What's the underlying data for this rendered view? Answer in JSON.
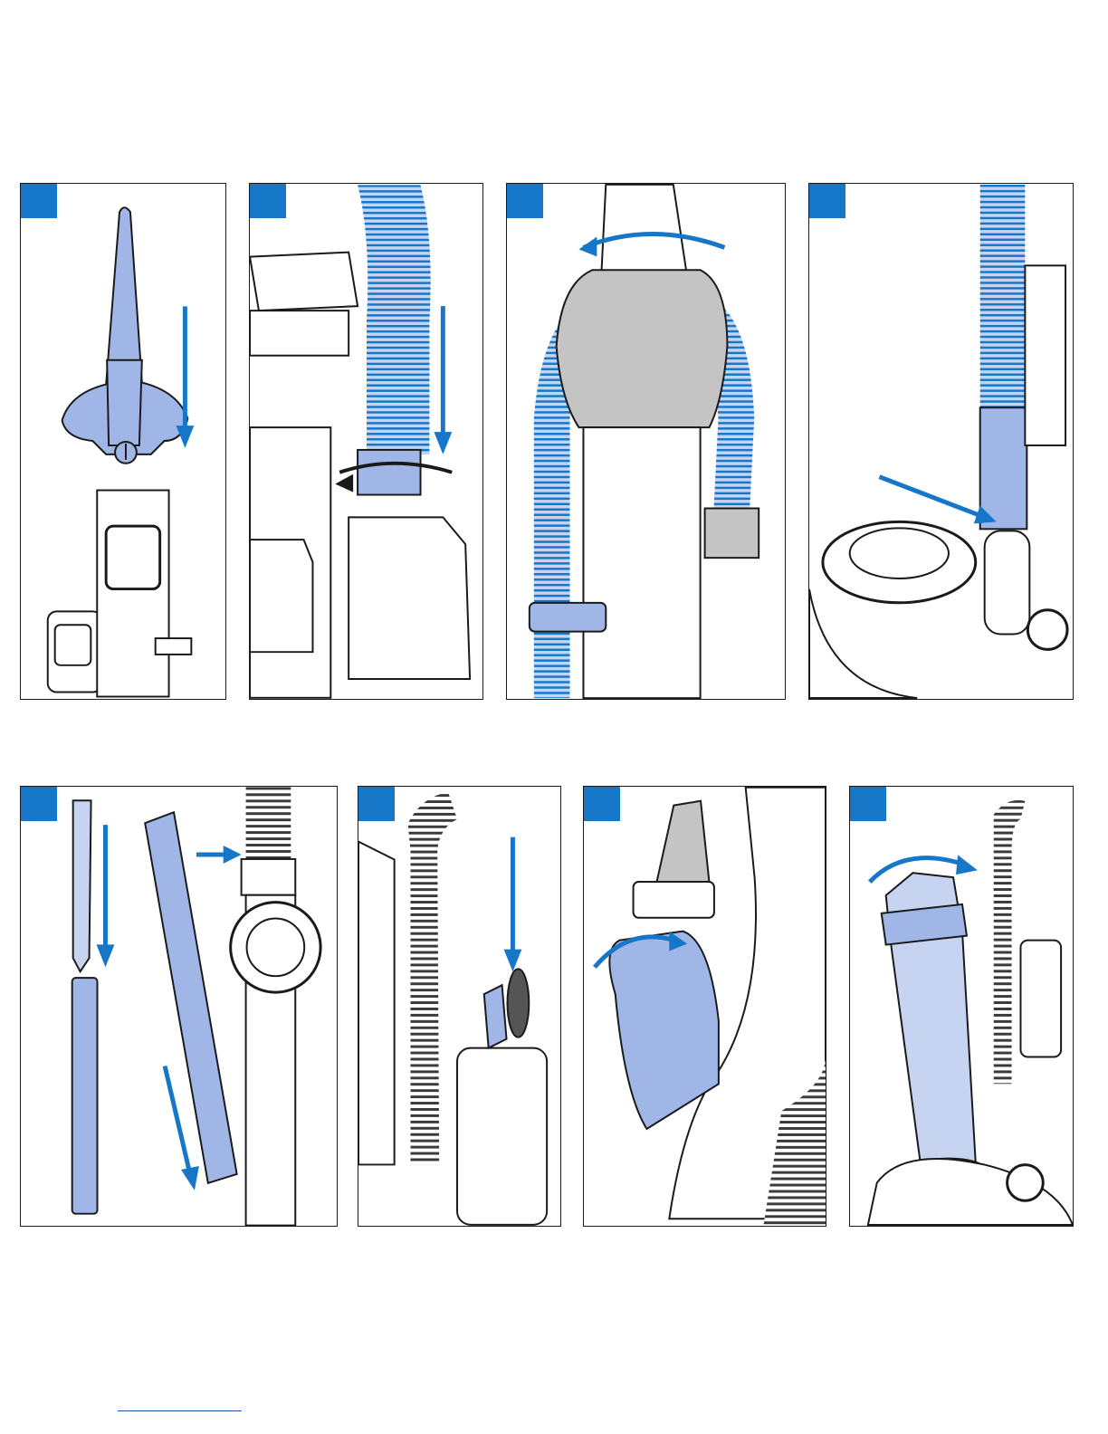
{
  "colors": {
    "accent": "#1677c9",
    "part_fill": "#9fb6e6",
    "part_light": "#c6d4f1",
    "hose_gray": "#c4c4c4",
    "line": "#1a1a1a"
  },
  "panels": [
    {
      "step": "",
      "subject": "crevice-tool-on-handle"
    },
    {
      "step": "",
      "subject": "hose-connector-twist"
    },
    {
      "step": "",
      "subject": "hose-wrap-around-handle"
    },
    {
      "step": "",
      "subject": "hose-cuff-into-base"
    },
    {
      "step": "",
      "subject": "wand-and-crevice-tool-assembly"
    },
    {
      "step": "",
      "subject": "dusting-brush-on-holder"
    },
    {
      "step": "",
      "subject": "turbo-brush-clip"
    },
    {
      "step": "",
      "subject": "dust-cup-reinstall"
    }
  ]
}
